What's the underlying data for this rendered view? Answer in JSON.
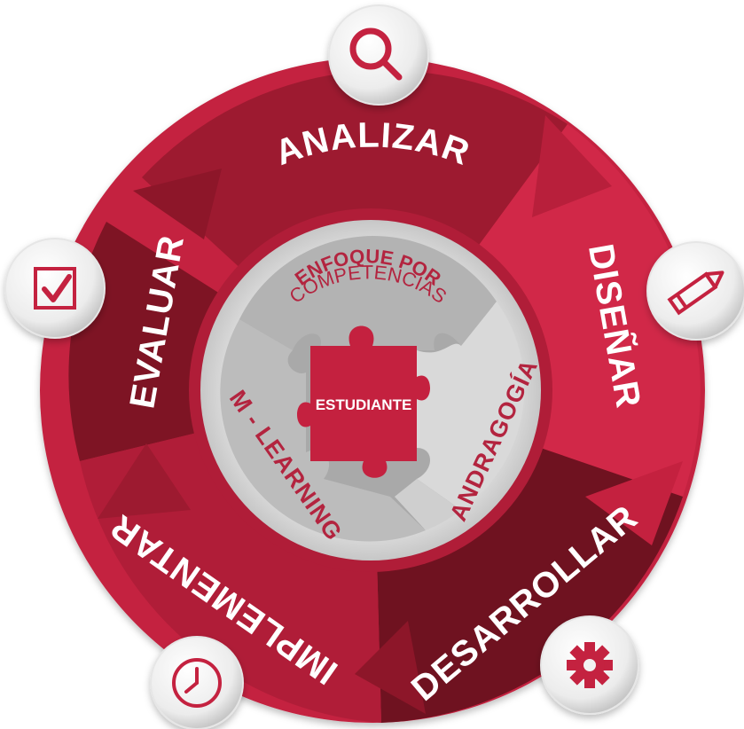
{
  "phases": {
    "analyze": "ANALIZAR",
    "design": "DISEÑAR",
    "develop": "DESARROLLAR",
    "implement": "IMPLEMENTAR",
    "evaluate": "EVALUAR"
  },
  "core": {
    "top_title": "ENFOQUE POR",
    "top_subtitle": "COMPETENCIAS",
    "left": "M - LEARNING",
    "right": "ANDRAGOGÍA",
    "center": "ESTUDIANTE"
  },
  "icons": [
    "search-icon",
    "pencil-icon",
    "gear-icon",
    "clock-icon",
    "checkbox-icon"
  ],
  "colors": {
    "crimson": "#c4213f",
    "dark_red": "#7e1424",
    "mid_red": "#a71b32",
    "gray_light": "#d6d6d6",
    "gray_mid": "#a9a9a9"
  }
}
